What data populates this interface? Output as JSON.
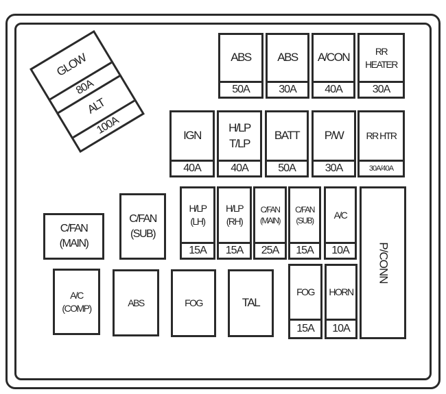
{
  "top_left": {
    "glow": {
      "label": "GLOW",
      "amp": "80A"
    },
    "alt": {
      "label": "ALT",
      "amp": "100A"
    }
  },
  "row1": [
    {
      "label": "ABS",
      "amp": "50A"
    },
    {
      "label": "ABS",
      "amp": "30A"
    },
    {
      "label": "A/CON",
      "amp": "40A"
    },
    {
      "label": "RR",
      "label2": "HEATER",
      "amp": "30A"
    }
  ],
  "row2": [
    {
      "label": "IGN",
      "amp": "40A"
    },
    {
      "label": "H/LP",
      "label2": "T/LP",
      "amp": "40A"
    },
    {
      "label": "BATT",
      "amp": "50A"
    },
    {
      "label": "P/W",
      "amp": "30A"
    },
    {
      "label": "RR HTR",
      "amp": "30A/40A"
    }
  ],
  "row3": [
    {
      "label": "H/LP",
      "label2": "(LH)",
      "amp": "15A"
    },
    {
      "label": "H/LP",
      "label2": "(RH)",
      "amp": "15A"
    },
    {
      "label": "C/FAN",
      "label2": "(MAIN)",
      "amp": "25A"
    },
    {
      "label": "C/FAN",
      "label2": "(SUB)",
      "amp": "15A"
    },
    {
      "label": "A/C",
      "amp": "10A"
    }
  ],
  "row4": [
    {
      "label": "FOG",
      "amp": "15A"
    },
    {
      "label": "HORN",
      "amp": "10A"
    }
  ],
  "pconn": "P/CONN",
  "relays": [
    {
      "label": "C/FAN",
      "label2": "(MAIN)"
    },
    {
      "label": "C/FAN",
      "label2": "(SUB)"
    },
    {
      "label": "A/C",
      "label2": "(COMP)"
    },
    {
      "label": "ABS"
    },
    {
      "label": "FOG"
    },
    {
      "label": "TAL"
    }
  ]
}
